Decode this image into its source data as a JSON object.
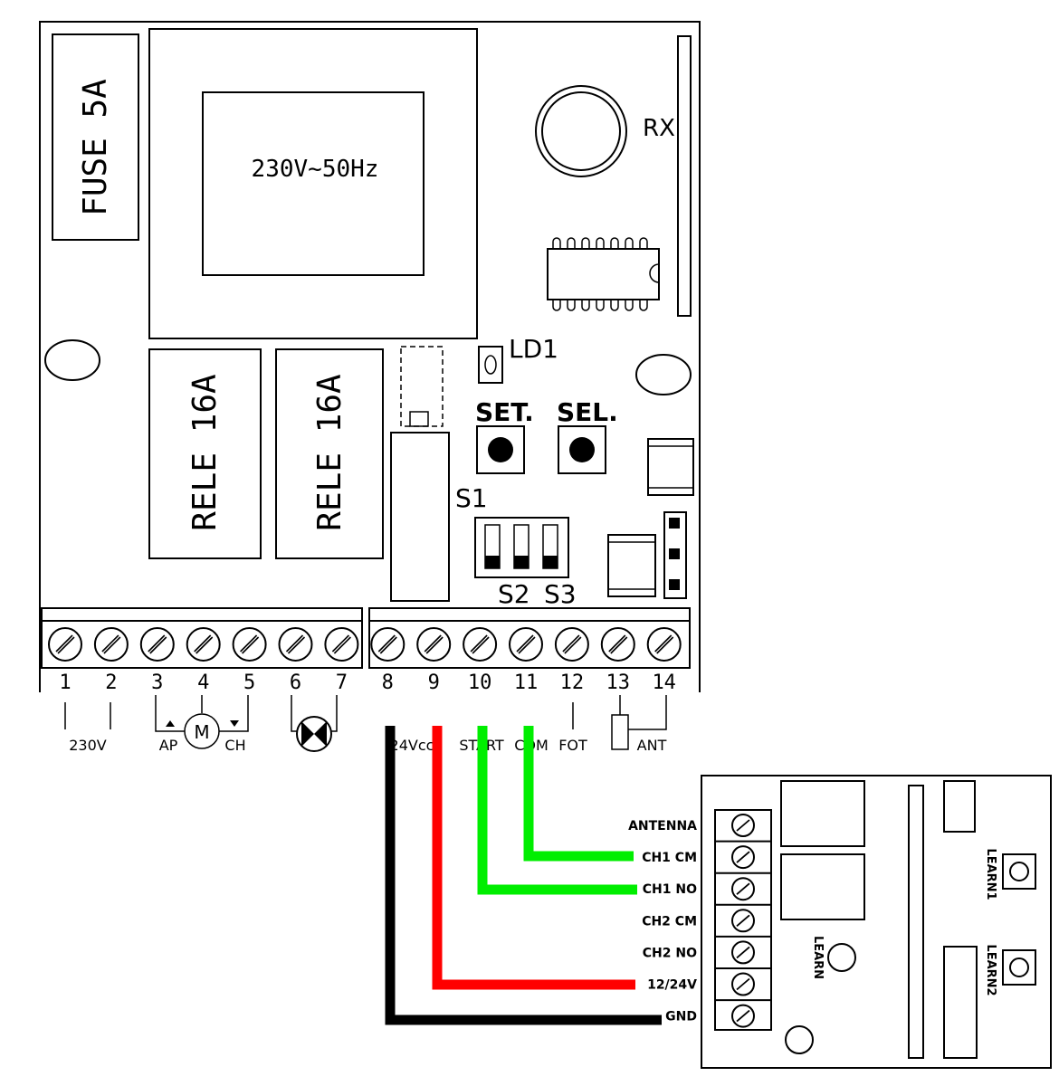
{
  "main_board": {
    "fuse_label": "FUSE 5A",
    "transformer_label": "230V~50Hz",
    "receiver_label": "RX",
    "led_label": "LD1",
    "relays": [
      "RELE 16A",
      "RELE 16A"
    ],
    "buttons": [
      "SET.",
      "SEL."
    ],
    "switch_labels": [
      "S1",
      "S2",
      "S3"
    ],
    "terminal_numbers": [
      "1",
      "2",
      "3",
      "4",
      "5",
      "6",
      "7",
      "8",
      "9",
      "10",
      "11",
      "12",
      "13",
      "14"
    ],
    "connection_labels": {
      "power": "230V",
      "motor": "M",
      "motor_open": "AP",
      "motor_close": "CH",
      "supply": "24Vcc",
      "start": "START",
      "common": "COM",
      "photocell": "FOT",
      "antenna": "ANT"
    }
  },
  "receiver_module": {
    "terminal_labels": [
      "ANTENNA",
      "CH1 CM",
      "CH1 NO",
      "CH2 CM",
      "CH2 NO",
      "12/24V",
      "GND"
    ],
    "learn_labels": [
      "LEARN",
      "LEARN1",
      "LEARN2"
    ]
  },
  "wires": [
    {
      "from": "8",
      "to": "GND",
      "color": "#000000"
    },
    {
      "from": "9",
      "to": "12/24V",
      "color": "#ff0000"
    },
    {
      "from": "10",
      "to": "CH1 NO",
      "color": "#00ee00"
    },
    {
      "from": "11",
      "to": "CH1 CM",
      "color": "#00ee00"
    }
  ]
}
